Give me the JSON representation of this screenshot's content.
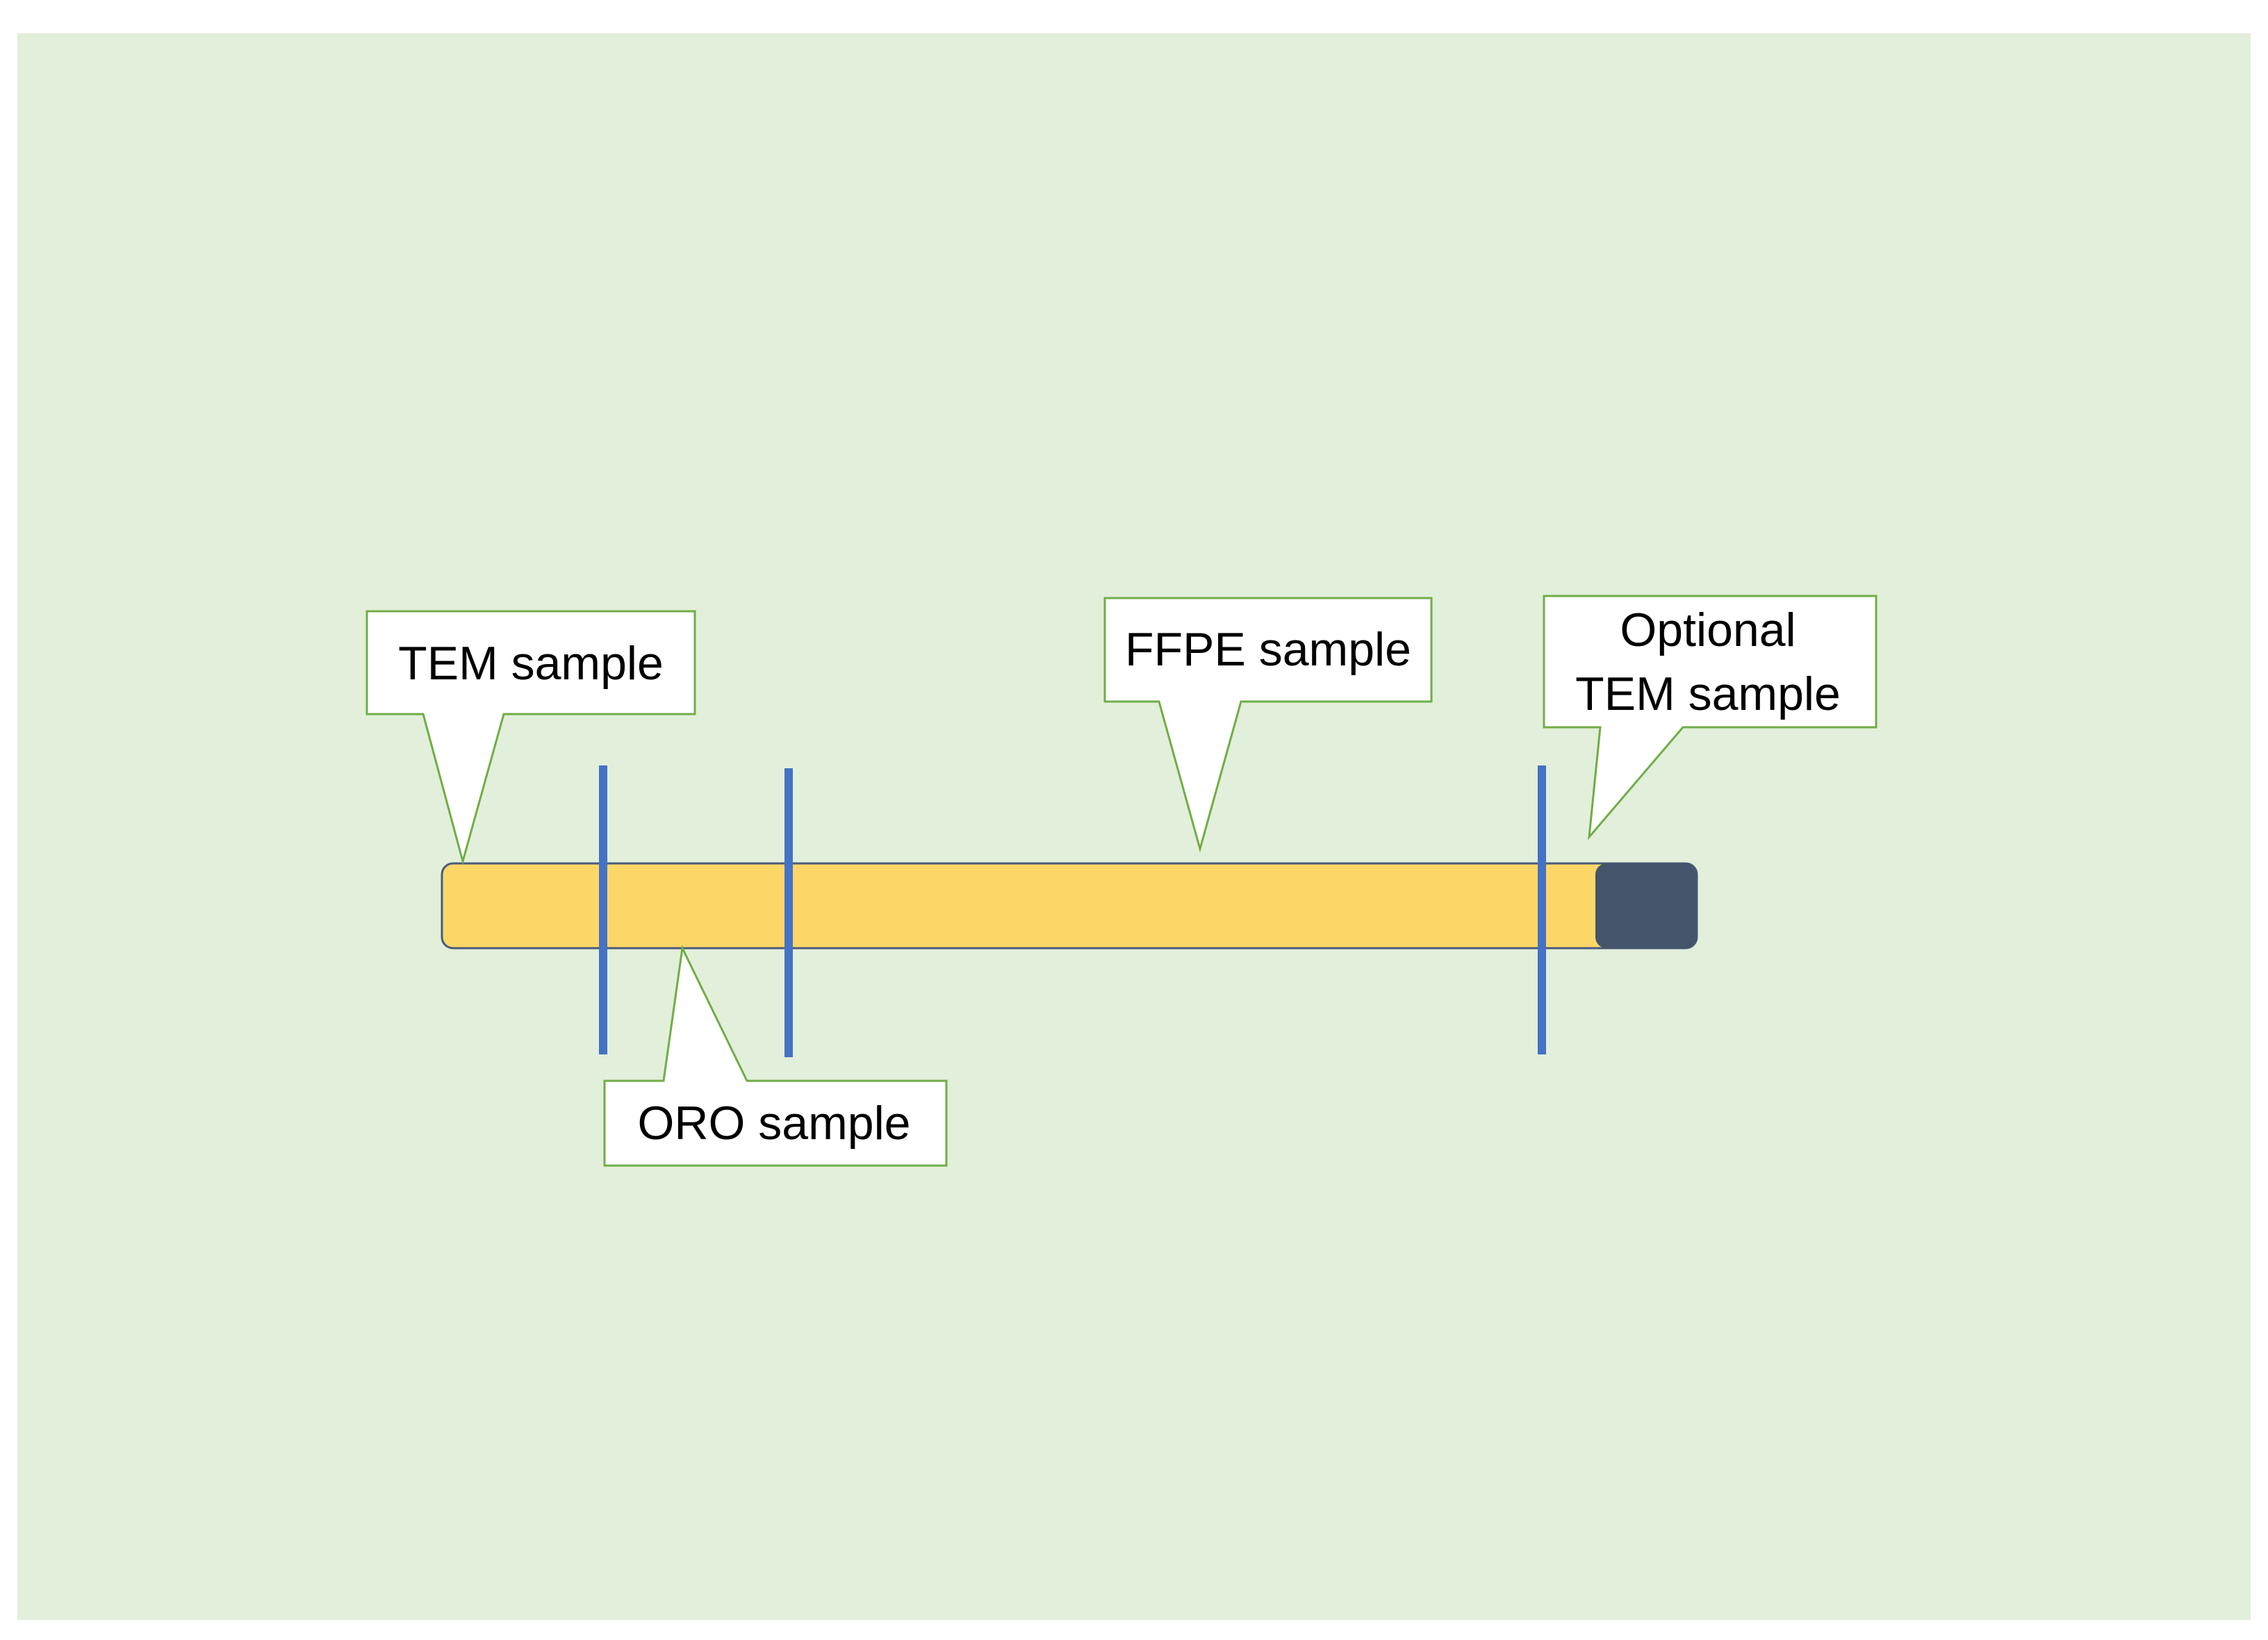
{
  "colors": {
    "background_panel": "#e2efda",
    "sample_core": "#fdd868",
    "sample_core_outline": "#4a5a7a",
    "dark_end_segment": "#44546a",
    "cut_lines": "#4472c4",
    "callout_fill": "#ffffff",
    "callout_outline": "#70ad47"
  },
  "callouts": {
    "tem": {
      "label": "TEM sample"
    },
    "ffpe": {
      "label": "FFPE sample"
    },
    "optional_tem": {
      "line1": "Optional",
      "line2": "TEM sample"
    },
    "oro": {
      "label": "ORO sample"
    }
  }
}
